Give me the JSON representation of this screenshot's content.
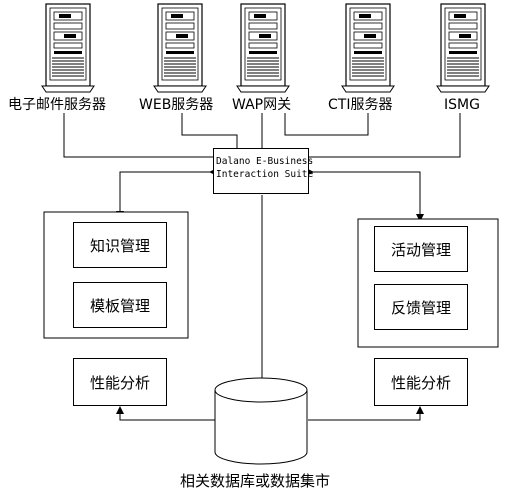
{
  "servers": [
    {
      "id": "email",
      "label": "电子邮件服务器"
    },
    {
      "id": "web",
      "label": "WEB服务器"
    },
    {
      "id": "wap",
      "label": "WAP网关"
    },
    {
      "id": "cti",
      "label": "CTI服务器"
    },
    {
      "id": "ismg",
      "label": "ISMG"
    }
  ],
  "hub": {
    "line1": "Dalano E-Business",
    "line2": "Interaction Suite"
  },
  "left_group": {
    "item1": "知识管理",
    "item2": "模板管理"
  },
  "right_group": {
    "item1": "活动管理",
    "item2": "反馈管理"
  },
  "left_perf": "性能分析",
  "right_perf": "性能分析",
  "database": "相关数据库或数据集市"
}
